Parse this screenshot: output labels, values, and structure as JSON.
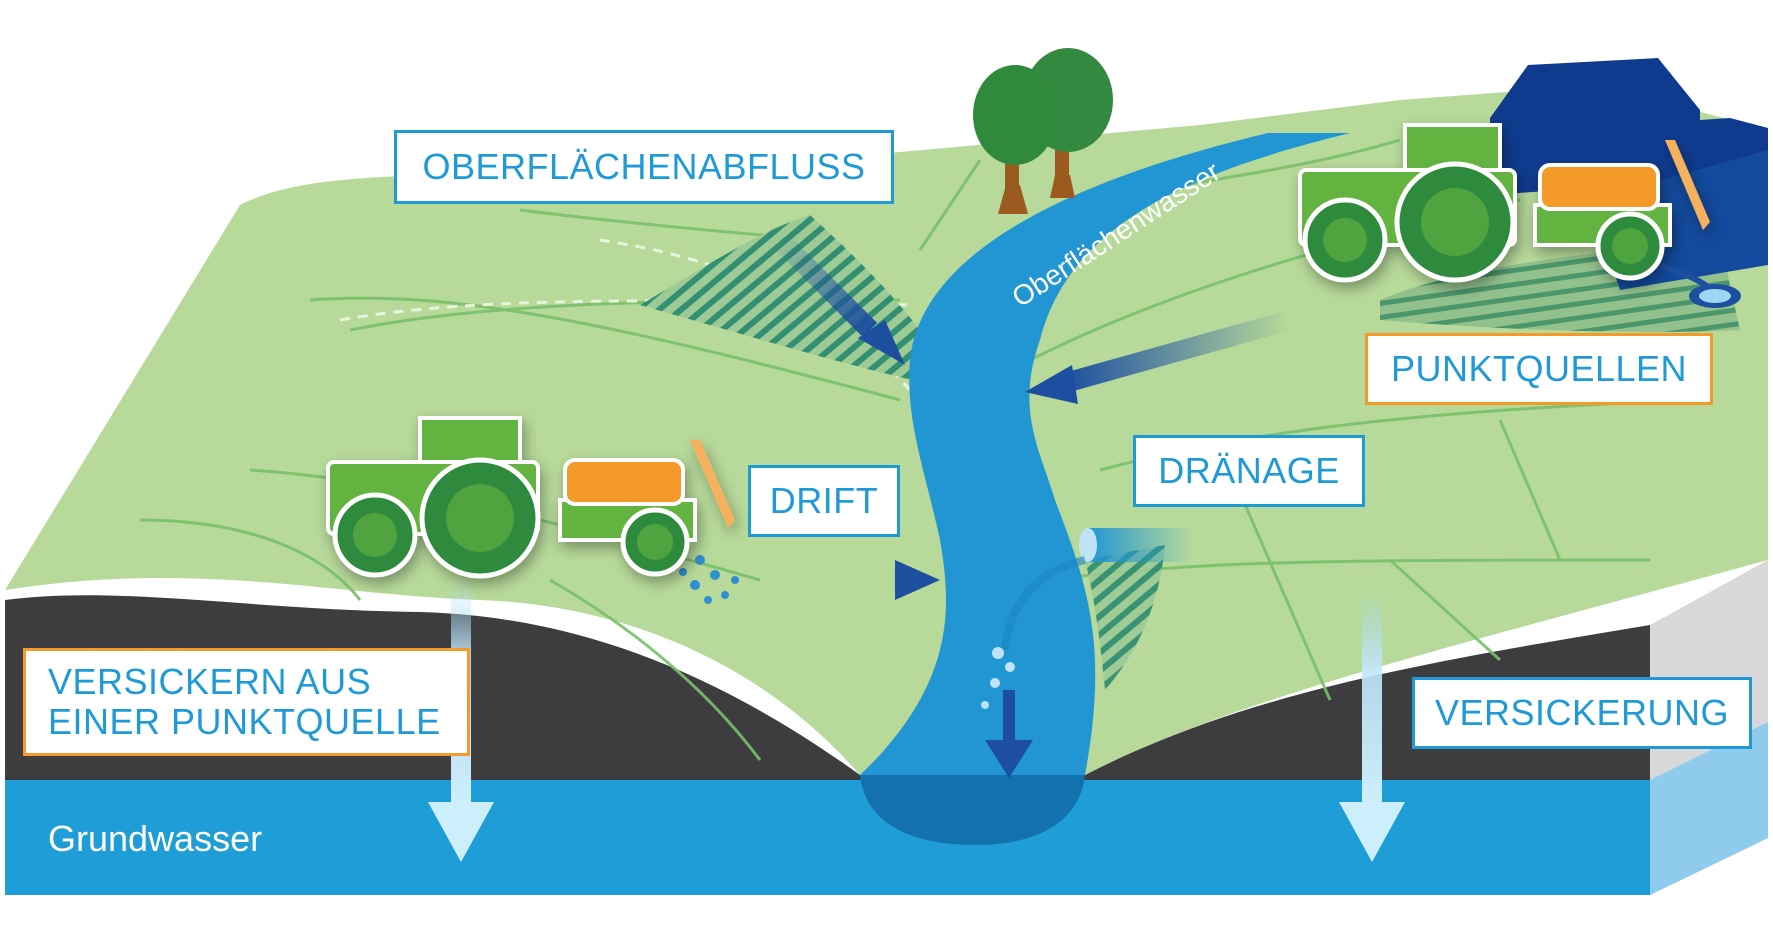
{
  "labels": {
    "oberflaechenabfluss": "OBERFLÄCHENABFLUSS",
    "punktquellen": "PUNKTQUELLEN",
    "draenage": "DRÄNAGE",
    "drift": "DRIFT",
    "versickern_line1": "VERSICKERN AUS",
    "versickern_line2": "EINER PUNKTQUELLE",
    "versickerung": "VERSICKERUNG",
    "grundwasser": "Grundwasser",
    "oberflaechenwasser": "Oberflächenwasser"
  },
  "colors": {
    "label_blue": "#1f9ad6",
    "label_orange": "#f39a2b",
    "field_green": "#b9dc9e",
    "river_blue": "#2196d3",
    "groundwater_blue": "#1e9dd6",
    "soil_dark": "#3d3d3f",
    "tractor_green": "#63b33f",
    "arrow_dark_blue": "#1d4fa0",
    "house_navy": "#0f3b8f"
  },
  "icons": [
    "tractor-icon",
    "sprayer-tank-icon",
    "tree-icon",
    "house-icon",
    "drain-pipe-icon",
    "water-drop-icon"
  ]
}
